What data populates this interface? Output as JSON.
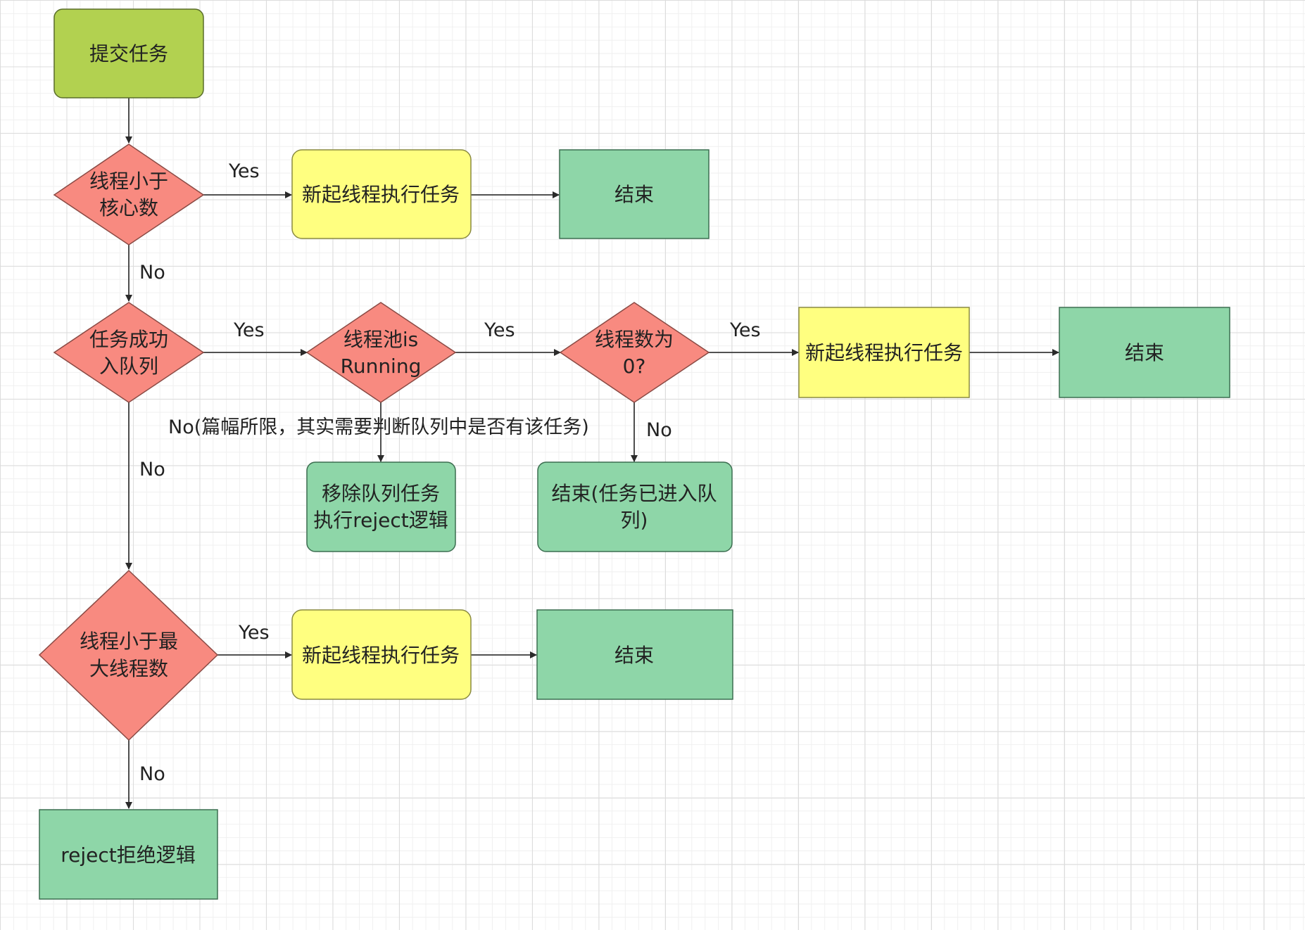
{
  "nodes": {
    "submit": [
      "提交任务"
    ],
    "lt_core": [
      "线程小于",
      "核心数"
    ],
    "new_thread_1": [
      "新起线程执行任务"
    ],
    "end_1": [
      "结束"
    ],
    "enqueue": [
      "任务成功",
      "入队列"
    ],
    "is_running": [
      "线程池is",
      "Running"
    ],
    "zero_threads": [
      "线程数为",
      "0?"
    ],
    "new_thread_2": [
      "新起线程执行任务"
    ],
    "end_2": [
      "结束"
    ],
    "remove_reject": [
      "移除队列任务",
      "执行reject逻辑"
    ],
    "end_queued": [
      "结束(任务已进入队",
      "列)"
    ],
    "lt_max": [
      "线程小于最",
      "大线程数"
    ],
    "new_thread_3": [
      "新起线程执行任务"
    ],
    "end_3": [
      "结束"
    ],
    "reject": [
      "reject拒绝逻辑"
    ]
  },
  "edge_labels": {
    "core_yes": "Yes",
    "core_no": "No",
    "enqueue_yes": "Yes",
    "running_yes": "Yes",
    "zero_yes": "Yes",
    "running_no": "No(篇幅所限，其实需要判断队列中是否有该任务)",
    "zero_no": "No",
    "enqueue_no": "No",
    "max_yes": "Yes",
    "max_no": "No"
  },
  "colors": {
    "start": "#b2d150",
    "process": "#ffff80",
    "decision": "#f88a80",
    "terminal": "#8ed6a8"
  }
}
